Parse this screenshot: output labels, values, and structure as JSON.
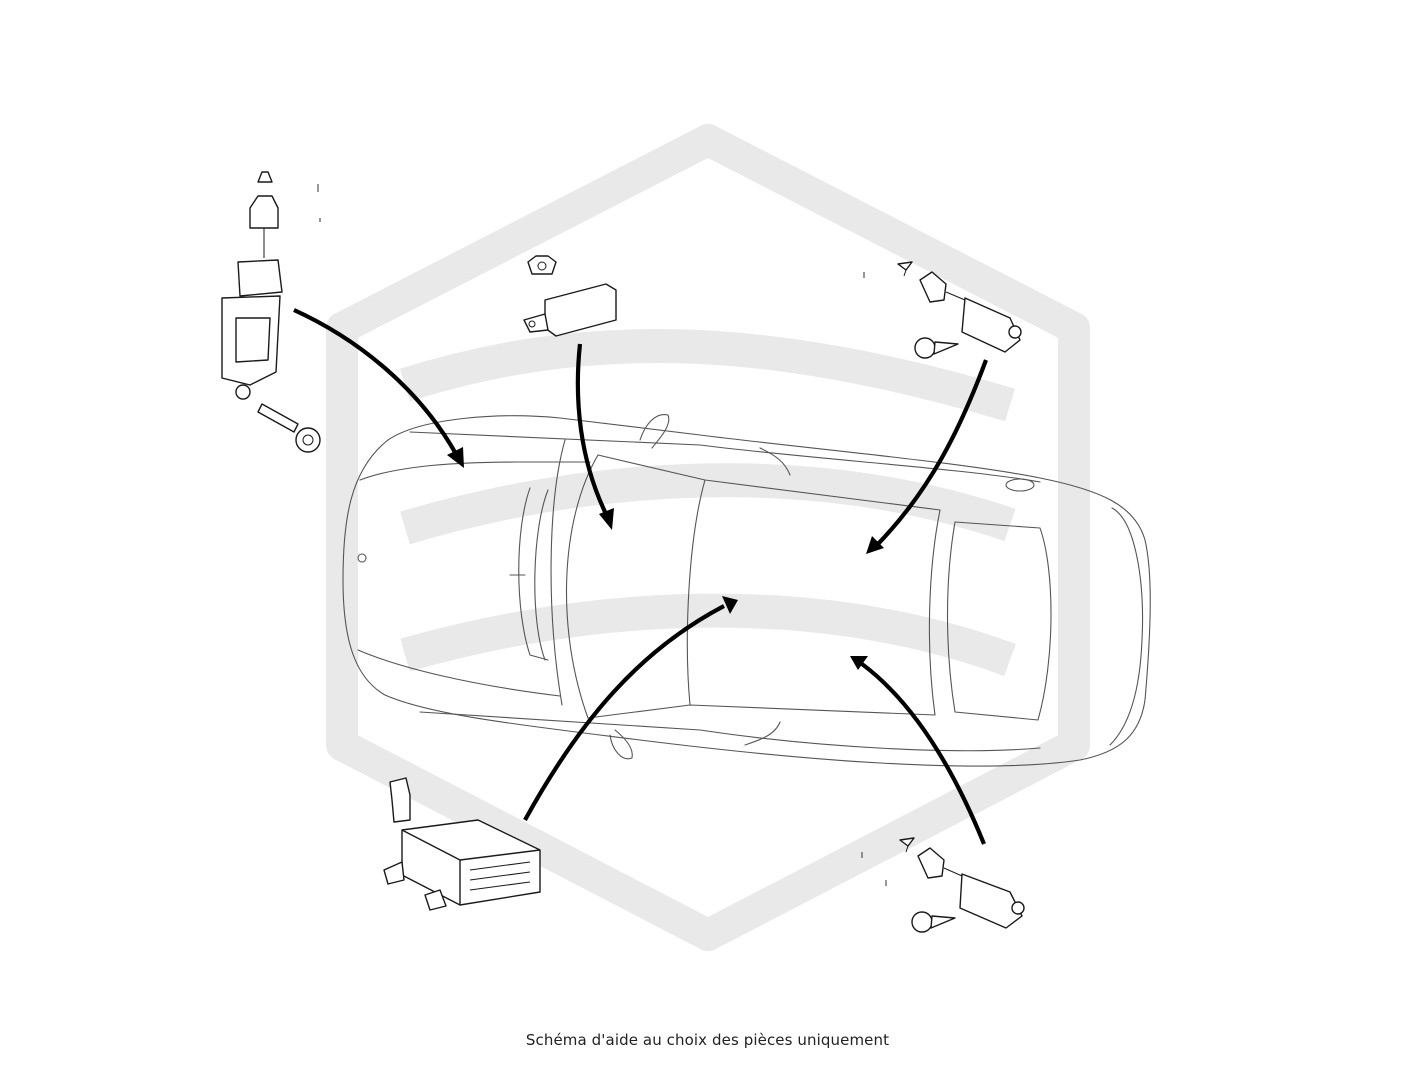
{
  "caption": "Schéma d'aide au choix des pièces uniquement",
  "colors": {
    "watermark": "#e9e9e9",
    "vehicle_outline": "#555555",
    "parts_outline": "#1a1a1a",
    "arrows": "#000000",
    "caption_text": "#222222"
  },
  "diagram": {
    "vehicle": "car-top-view",
    "watermark": "hexagon-s-logo",
    "parts": [
      "front-left-impact-sensor",
      "center-tunnel-module",
      "right-front-side-sensor",
      "airbag-control-unit",
      "right-rear-side-sensor"
    ]
  }
}
